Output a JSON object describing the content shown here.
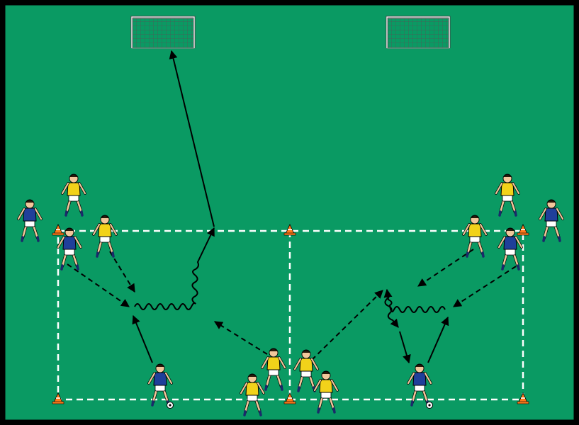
{
  "pitch": {
    "color": "#0a9a63",
    "border_color": "#000000",
    "line_color": "#ffffff"
  },
  "goals": [
    {
      "name": "goal-left"
    },
    {
      "name": "goal-right"
    }
  ],
  "cones": [
    {
      "name": "cone-top-left"
    },
    {
      "name": "cone-top-center"
    },
    {
      "name": "cone-top-right"
    },
    {
      "name": "cone-bottom-left"
    },
    {
      "name": "cone-bottom-center"
    },
    {
      "name": "cone-bottom-right"
    }
  ],
  "team_colors": {
    "blue": "#1f3f9a",
    "yellow": "#f2d21a",
    "shorts": "#ffffff",
    "skin": "#f2c79b"
  },
  "players": [
    {
      "name": "player-blue-left-outside",
      "team": "blue"
    },
    {
      "name": "player-yellow-left-back",
      "team": "yellow"
    },
    {
      "name": "player-blue-left-cone",
      "team": "blue"
    },
    {
      "name": "player-yellow-left-cone",
      "team": "yellow"
    },
    {
      "name": "player-blue-left-attacker-with-ball",
      "team": "blue",
      "ball": true
    },
    {
      "name": "player-yellow-center-1",
      "team": "yellow"
    },
    {
      "name": "player-yellow-center-2",
      "team": "yellow"
    },
    {
      "name": "player-yellow-center-3",
      "team": "yellow"
    },
    {
      "name": "player-yellow-center-4",
      "team": "yellow"
    },
    {
      "name": "player-yellow-right-back",
      "team": "yellow"
    },
    {
      "name": "player-blue-right-outside",
      "team": "blue"
    },
    {
      "name": "player-yellow-right-cone",
      "team": "yellow"
    },
    {
      "name": "player-blue-right-cone",
      "team": "blue"
    },
    {
      "name": "player-blue-right-attacker-with-ball",
      "team": "blue",
      "ball": true
    }
  ]
}
